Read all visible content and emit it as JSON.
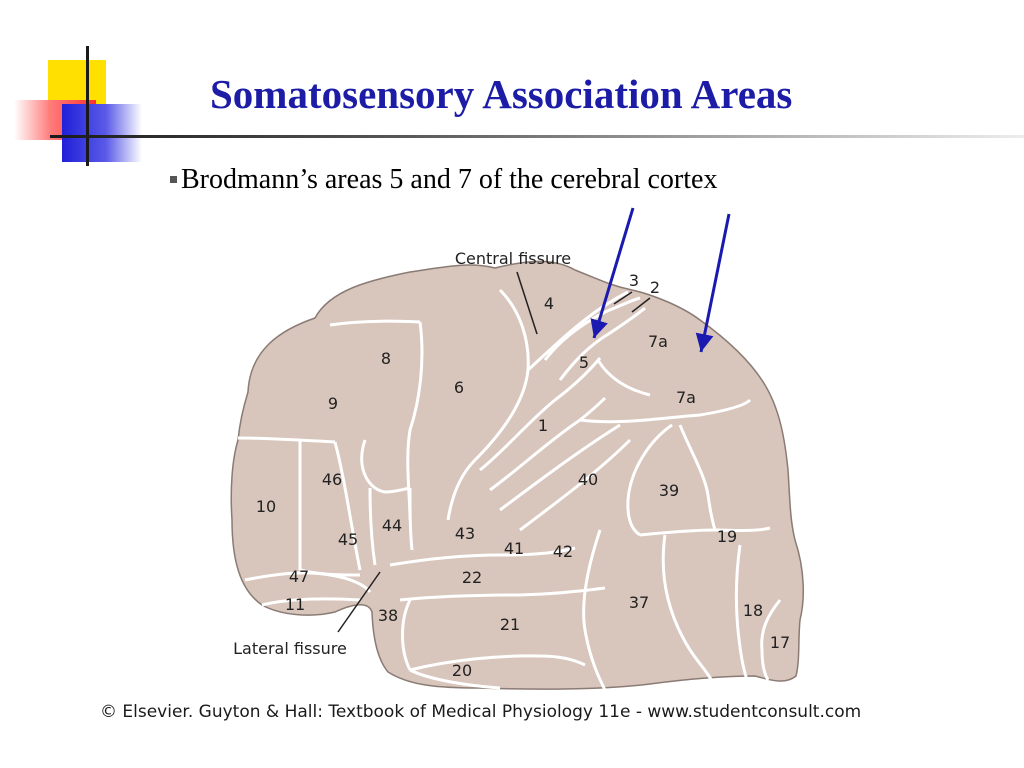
{
  "slide": {
    "title": "Somatosensory Association Areas",
    "bullet": "Brodmann’s areas 5 and 7 of the cerebral cortex",
    "copyright": "© Elsevier. Guyton & Hall: Textbook of Medical Physiology 11e - www.studentconsult.com"
  },
  "figure": {
    "labels": {
      "central_fissure": "Central fissure",
      "lateral_fissure": "Lateral fissure"
    },
    "areas": {
      "a1": "1",
      "a2": "2",
      "a3": "3",
      "a4": "4",
      "a5": "5",
      "a6": "6",
      "a7a_top": "7a",
      "a7a_bottom": "7a",
      "a8": "8",
      "a9": "9",
      "a10": "10",
      "a11": "11",
      "a17": "17",
      "a18": "18",
      "a19": "19",
      "a20": "20",
      "a21": "21",
      "a22": "22",
      "a37": "37",
      "a38": "38",
      "a39": "39",
      "a40": "40",
      "a41": "41",
      "a42": "42",
      "a43": "43",
      "a44": "44",
      "a45": "45",
      "a46": "46",
      "a47": "47"
    }
  },
  "colors": {
    "title": "#1c1ca6",
    "arrow": "#1a1ab0",
    "brain_fill": "#d8c5bc",
    "brain_outline": "#8a7b74",
    "region_line": "#ffffff"
  }
}
